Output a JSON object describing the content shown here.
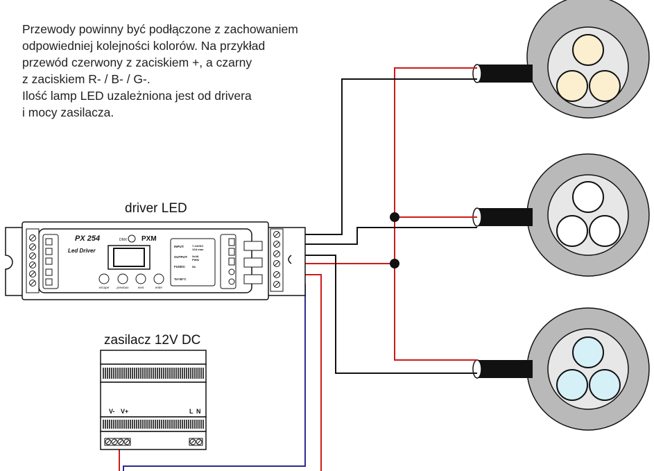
{
  "description": {
    "lines": [
      "Przewody powinny być podłączone z zachowaniem",
      "odpowiedniej kolejności kolorów. Na przykład",
      "przewód czerwony z zaciskiem +, a czarny",
      "z zaciskiem R- / B- / G-.",
      "Ilość lamp LED uzależniona jest od drivera",
      "i mocy zasilacza."
    ]
  },
  "driver": {
    "label": "driver LED",
    "model": "PX 254",
    "subtitle": "Led Driver",
    "brand": "PXM",
    "dmx": "DMX",
    "spec_input_key": "INPUT:",
    "spec_input_val": "7-24VDC",
    "spec_input_val2": "12A max",
    "spec_output_key": "OUTPUT:",
    "spec_output_val": "3x4A",
    "spec_output_val2": "PWM",
    "spec_fuse_key": "FUSES:",
    "spec_fuse_val": "5A",
    "spec_temp": "Ta=40°C",
    "buttons": [
      "escape",
      "previous",
      "next",
      "enter"
    ]
  },
  "psu": {
    "label": "zasilacz 12V DC",
    "terminal_vminus": "V-",
    "terminal_vplus": "V+",
    "terminal_l": "L",
    "terminal_n": "N"
  },
  "colors": {
    "red_wire": "#cc1a1a",
    "black_wire": "#111111",
    "blue_wire": "#2b2b8c",
    "lamp_ring": "#b9b9b9",
    "lamp_inner": "#e7e7e7",
    "lamp1_led": "#fbefcf",
    "lamp2_led": "#ffffff",
    "lamp3_led": "#d6f0f8"
  }
}
